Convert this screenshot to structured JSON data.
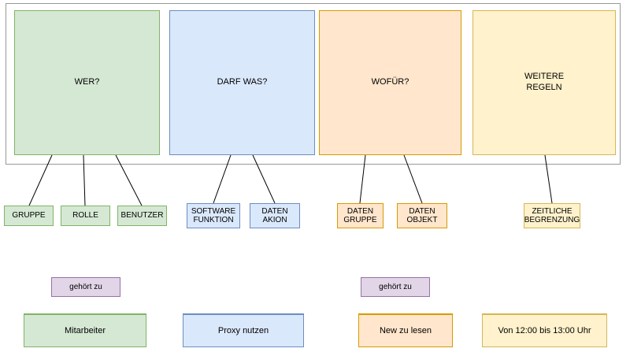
{
  "palette": {
    "green_fill": "#d5e8d4",
    "green_stroke": "#82b366",
    "blue_fill": "#dae8fc",
    "blue_stroke": "#6c8ebf",
    "orange_fill": "#ffe6cc",
    "orange_stroke": "#d79b00",
    "yellow_fill": "#fff2cc",
    "yellow_stroke": "#d6b656",
    "purple_fill": "#e1d5e7",
    "purple_stroke": "#9673a6",
    "frame_stroke": "#999999",
    "line_color": "#000000"
  },
  "categories": [
    {
      "title": "WER?"
    },
    {
      "title": "DARF WAS?"
    },
    {
      "title": "WOFÜR?"
    },
    {
      "title": "WEITERE REGELN"
    }
  ],
  "entities": {
    "wer": [
      "GRUPPE",
      "ROLLE",
      "BENUTZER"
    ],
    "darf_was": [
      "SOFTWARE FUNKTION",
      "DATEN AKION"
    ],
    "wofuer": [
      "DATEN GRUPPE",
      "DATEN OBJEKT"
    ],
    "weitere_regeln": [
      "ZEITLICHE BEGRENZUNG"
    ]
  },
  "relations": [
    {
      "label": "gehört zu"
    },
    {
      "label": "gehört zu"
    }
  ],
  "examples": [
    {
      "label": "Mitarbeiter"
    },
    {
      "label": "Proxy nutzen"
    },
    {
      "label": "New zu lesen"
    },
    {
      "label": "Von 12:00 bis 13:00 Uhr"
    }
  ]
}
